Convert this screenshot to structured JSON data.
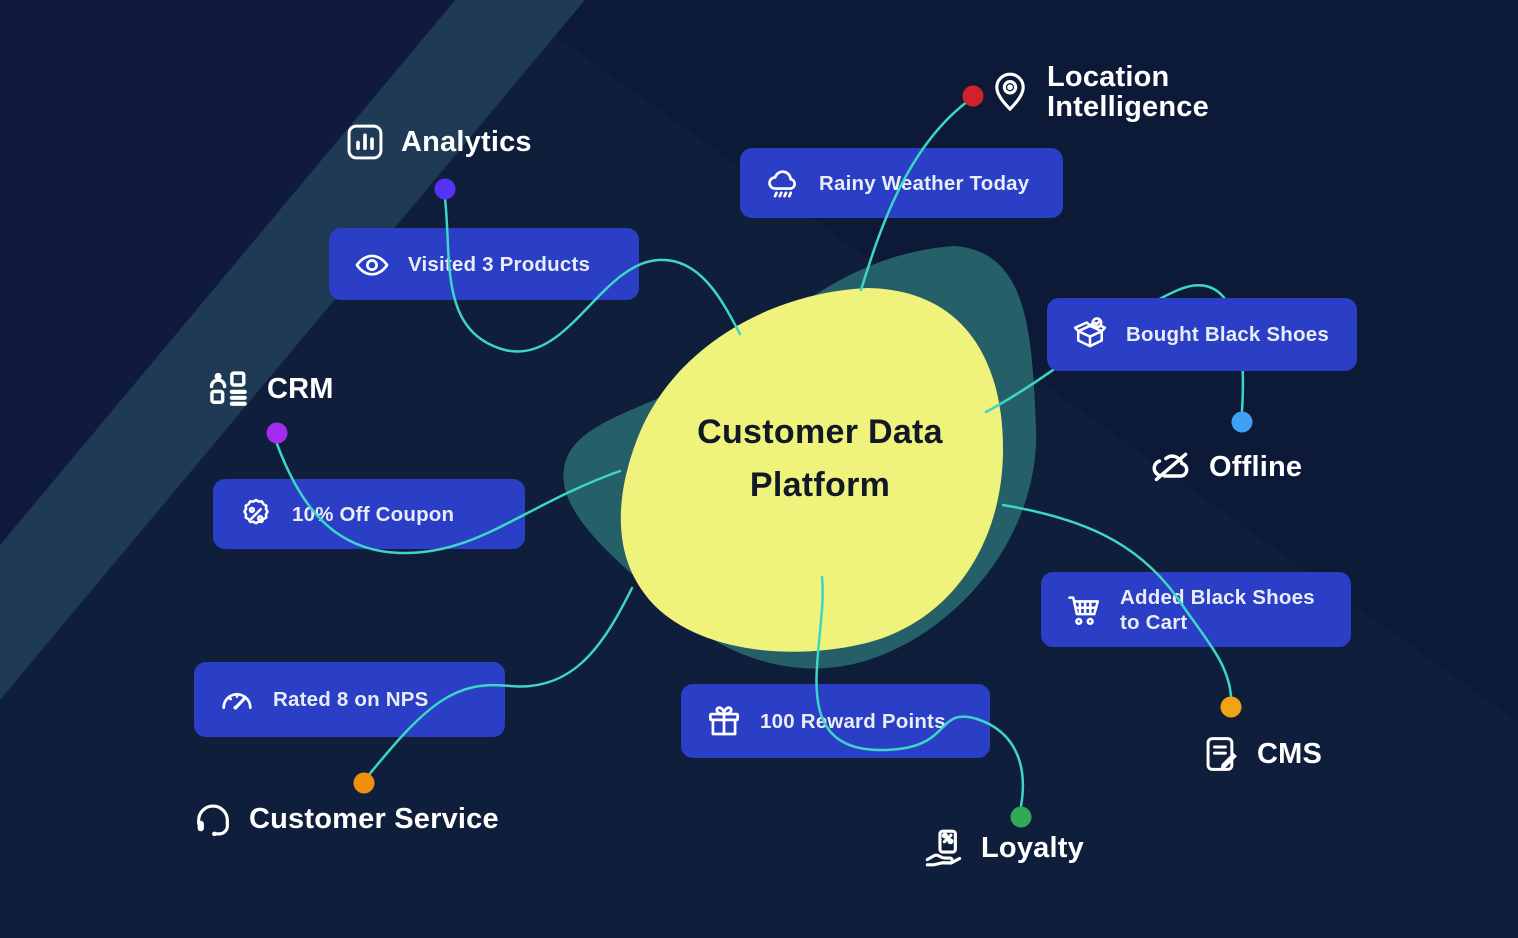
{
  "colors": {
    "bg-base": "#0f1e3a",
    "bg-dark-tr": "#0d1a37",
    "bg-dark-tl": "#101a3e",
    "bg-slate": "#1e3a55",
    "box-blue": "#2a3ec6",
    "box-text": "#e9edf7",
    "label-text": "#ffffff",
    "icon-white": "#ffffff",
    "blob-yellow": "#eff27b",
    "blob-teal": "#256069",
    "line-teal": "#3dd6c6",
    "line-blue": "#3f7de0",
    "center-text": "#111826",
    "dot-indigo": "#5433f2",
    "dot-purple": "#a42cf0",
    "dot-red": "#d2212e",
    "dot-blue": "#3da0f2",
    "dot-orange": "#f2a313",
    "dot-orange2": "#f28e0e",
    "dot-green": "#2faa55"
  },
  "center": {
    "line1": "Customer Data",
    "line2": "Platform"
  },
  "nodes": {
    "analytics": {
      "label": "Analytics"
    },
    "location": {
      "label": "Location Intelligence"
    },
    "crm": {
      "label": "CRM"
    },
    "offline": {
      "label": "Offline"
    },
    "cms": {
      "label": "CMS"
    },
    "customer_service": {
      "label": "Customer Service"
    },
    "loyalty": {
      "label": "Loyalty"
    }
  },
  "events": {
    "visited": {
      "text": "Visited 3 Products"
    },
    "rainy": {
      "text": "Rainy Weather Today"
    },
    "bought": {
      "text": "Bought Black Shoes"
    },
    "coupon": {
      "text": "10% Off Coupon"
    },
    "cart": {
      "text": "Added Black Shoes to Cart"
    },
    "nps": {
      "text": "Rated 8 on NPS"
    },
    "reward": {
      "text": "100 Reward Points"
    }
  }
}
